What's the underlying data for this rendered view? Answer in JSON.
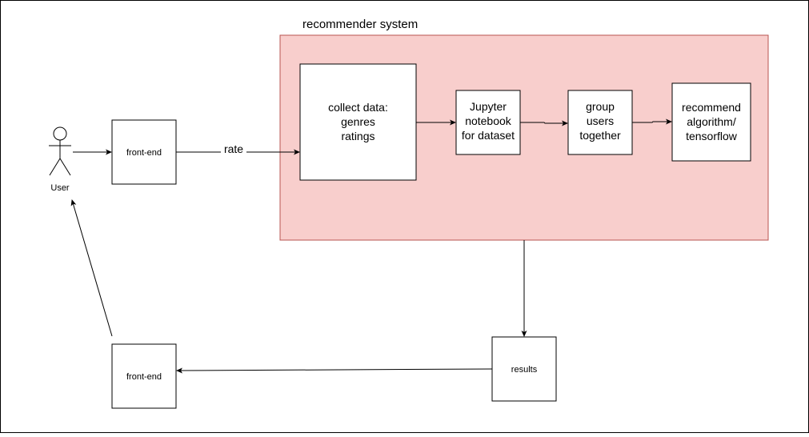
{
  "diagram": {
    "actor": {
      "label": "User"
    },
    "group": {
      "title": "recommender system",
      "fill": "#f8cecc",
      "stroke": "#b85450"
    },
    "nodes": {
      "front_end_top": "front-end",
      "front_end_bottom": "front-end",
      "collect_data": [
        "collect data:",
        "genres",
        "ratings"
      ],
      "jupyter": [
        "Jupyter",
        "notebook",
        "for dataset"
      ],
      "group_users": [
        "group",
        "users",
        "together"
      ],
      "recommend": [
        "recommend",
        "algorithm/",
        "tensorflow"
      ],
      "results": "results"
    },
    "edges": {
      "rate_label": "rate"
    }
  }
}
